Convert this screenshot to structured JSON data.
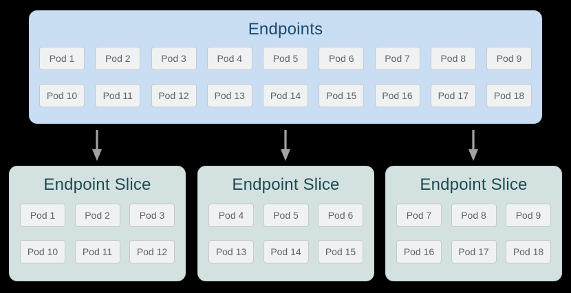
{
  "endpoints": {
    "title": "Endpoints",
    "row1": [
      "Pod 1",
      "Pod 2",
      "Pod 3",
      "Pod 4",
      "Pod 5",
      "Pod 6",
      "Pod 7",
      "Pod 8",
      "Pod 9"
    ],
    "row2": [
      "Pod 10",
      "Pod 11",
      "Pod 12",
      "Pod 13",
      "Pod 14",
      "Pod 15",
      "Pod 16",
      "Pod 17",
      "Pod 18"
    ]
  },
  "slices": [
    {
      "title": "Endpoint Slice",
      "row1": [
        "Pod 1",
        "Pod 2",
        "Pod 3"
      ],
      "row2": [
        "Pod 10",
        "Pod 11",
        "Pod 12"
      ]
    },
    {
      "title": "Endpoint Slice",
      "row1": [
        "Pod 4",
        "Pod 5",
        "Pod 6"
      ],
      "row2": [
        "Pod 13",
        "Pod 14",
        "Pod 15"
      ]
    },
    {
      "title": "Endpoint Slice",
      "row1": [
        "Pod 7",
        "Pod 8",
        "Pod 9"
      ],
      "row2": [
        "Pod 16",
        "Pod 17",
        "Pod 18"
      ]
    }
  ],
  "colors": {
    "background": "#000000",
    "endpoints_box_bg": "#c9def3",
    "endpoints_box_border": "#b6d3ee",
    "endpoints_title_text": "#1a4971",
    "slice_box_bg": "#d3e1e1",
    "slice_box_border": "#bed5d5",
    "slice_title_text": "#1e4b52",
    "pod_bg": "#f0f1f2",
    "pod_border": "#c7c9cb",
    "pod_text": "#5f6368",
    "arrow": "#a3a3a3"
  }
}
